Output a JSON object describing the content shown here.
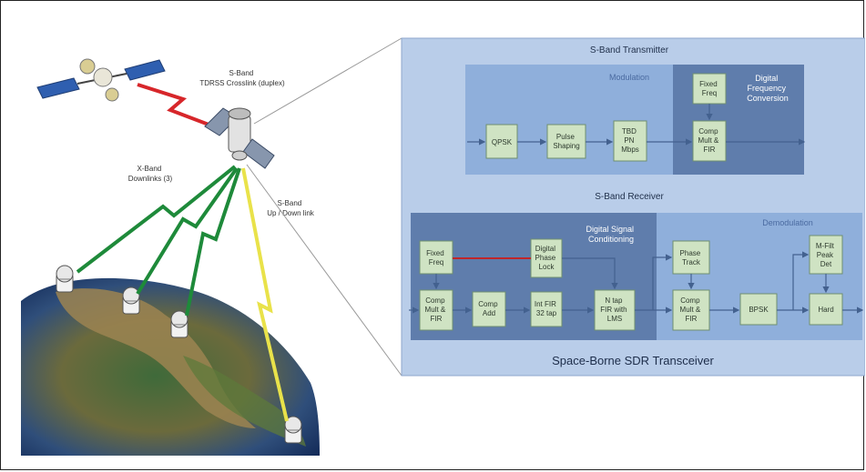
{
  "left": {
    "crosslink_label": [
      "S-Band",
      "TDRSS Crosslink (duplex)"
    ],
    "downlink_label": [
      "X-Band",
      "Downlinks (3)"
    ],
    "updown_label": [
      "S-Band",
      "Up / Down link"
    ]
  },
  "transmitter": {
    "title": "S-Band Transmitter",
    "modulation_label": "Modulation",
    "dfc_label": [
      "Digital",
      "Frequency",
      "Conversion"
    ],
    "blocks": {
      "qpsk": [
        "QPSK"
      ],
      "pulse": [
        "Pulse",
        "Shaping"
      ],
      "tbd": [
        "TBD",
        "PN",
        "Mbps"
      ],
      "fixed": [
        "Fixed",
        "Freq"
      ],
      "comp": [
        "Comp",
        "Mult &",
        "FIR"
      ]
    }
  },
  "receiver": {
    "title": "S-Band Receiver",
    "dsc_label": [
      "Digital Signal",
      "Conditioning"
    ],
    "demod_label": "Demodulation",
    "blocks": {
      "fixed": [
        "Fixed",
        "Freq"
      ],
      "dpl": [
        "Digital",
        "Phase",
        "Lock"
      ],
      "comp1": [
        "Comp",
        "Mult &",
        "FIR"
      ],
      "agc": [
        "Comp",
        "Add"
      ],
      "intfir": [
        "Int FIR",
        "32 tap"
      ],
      "ntap": [
        "N tap",
        "FIR with",
        "LMS"
      ],
      "phase": [
        "Phase",
        "Track"
      ],
      "comp2": [
        "Comp",
        "Mult &",
        "FIR"
      ],
      "bpsk": [
        "BPSK"
      ],
      "mfilt": [
        "M-Filt",
        "Peak",
        "Det"
      ],
      "hard": [
        "Hard"
      ]
    }
  },
  "caption": "Space-Borne SDR Transceiver",
  "colors": {
    "outer_panel": "#b9cde9",
    "inner_region": "#8fafdb",
    "dark_region": "#5f7dac",
    "block_fill": "#cfe3c3",
    "arrow": "#43618f",
    "crosslink": "#d7262a",
    "xband": "#1e8a3a",
    "sband": "#e9e24a"
  }
}
